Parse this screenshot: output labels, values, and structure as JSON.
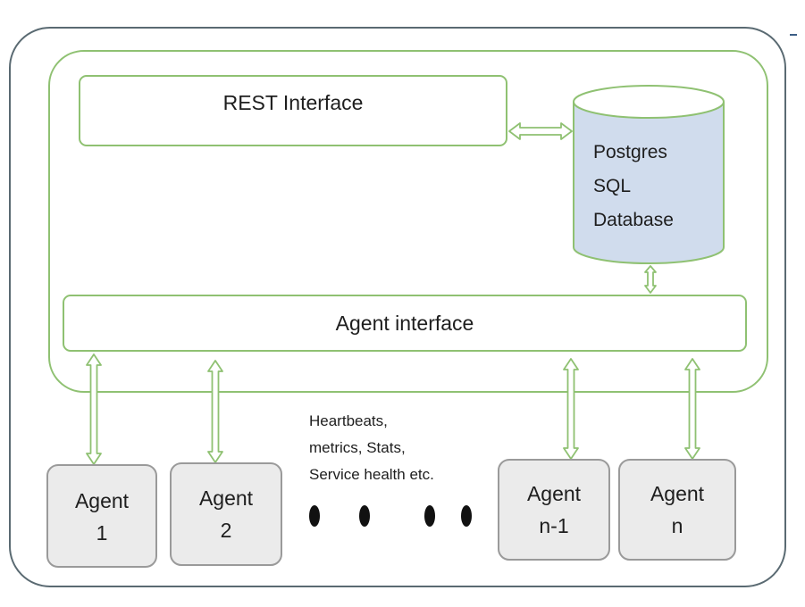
{
  "rest_interface": {
    "label": "REST Interface"
  },
  "database": {
    "lines": [
      "Postgres",
      "SQL",
      "Database"
    ]
  },
  "agent_interface": {
    "label": "Agent interface"
  },
  "agents": [
    {
      "line1": "Agent",
      "line2": "1"
    },
    {
      "line1": "Agent",
      "line2": "2"
    },
    {
      "line1": "Agent",
      "line2": "n-1"
    },
    {
      "line1": "Agent",
      "line2": "n"
    }
  ],
  "annotation": {
    "lines": [
      "Heartbeats,",
      "metrics, Stats,",
      "Service health etc."
    ]
  },
  "colors": {
    "server_outline": "#8fc172",
    "database_fill": "#d0dced",
    "agent_fill": "#ebebeb",
    "outer_frame": "#5a6a72"
  }
}
